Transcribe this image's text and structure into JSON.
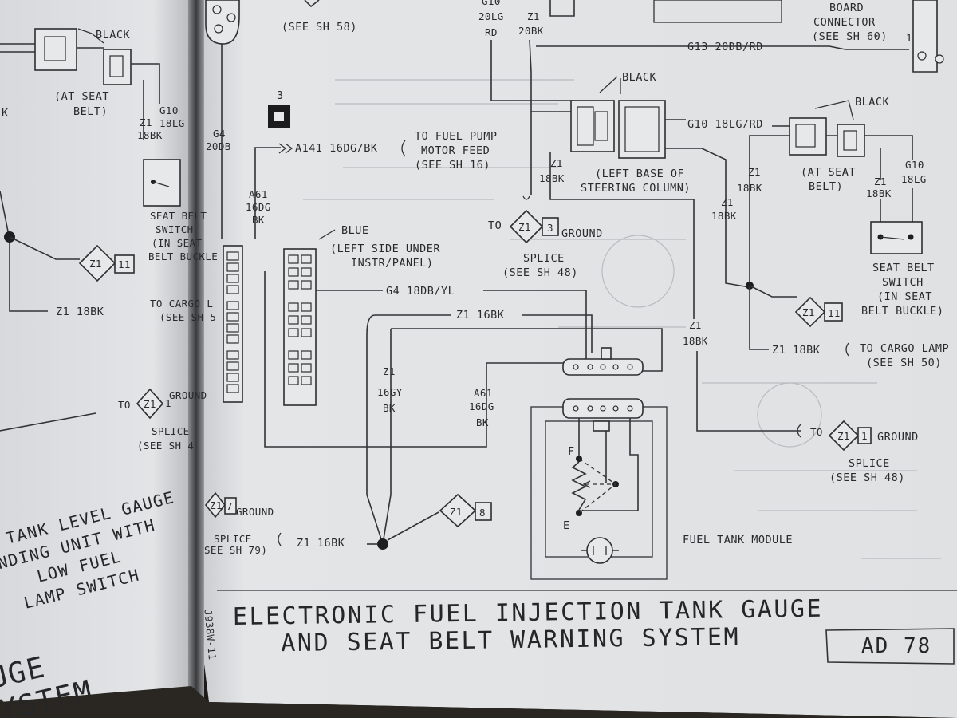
{
  "left_page": {
    "seat_belt_conn_color": "BLACK",
    "seat_belt_loc_line1": "(AT SEAT",
    "seat_belt_loc_line2": "BELT)",
    "k_fragment": "K",
    "g10_line1": "G10",
    "g10_line2": "18LG",
    "z1_line1": "Z1",
    "z1_line2": "18BK",
    "switch_line1": "SEAT BELT",
    "switch_line2": "SWITCH",
    "switch_line3": "(IN SEAT",
    "switch_line4": "BELT BUCKLE",
    "splice_z1": "Z1",
    "splice_num": "11",
    "cargo_wire": "Z1  18BK",
    "cargo_to": "TO CARGO L",
    "cargo_see": "(SEE SH 5",
    "ground_to": "TO",
    "ground_z1": "Z1",
    "ground_num": "1",
    "ground_label": "GROUND",
    "ground_splice": "SPLICE",
    "ground_see": "(SEE SH 4",
    "gauge_line1": "TANK LEVEL GAUGE",
    "gauge_line2": "NDING UNIT WITH",
    "gauge_line3": "LOW FUEL",
    "gauge_line4": "LAMP SWITCH",
    "title_line1": "UGE",
    "title_line2": "SYSTEM"
  },
  "right_page": {
    "top_see_sh58": "(SEE SH 58)",
    "g10_top_line1": "G10",
    "g10_top_line2": "20LG",
    "g10_top_line3": "RD",
    "z1_top_line1": "Z1",
    "z1_top_line2": "20BK",
    "board_line1": "BOARD",
    "board_line2": "CONNECTOR",
    "board_line3": "(SEE SH 60)",
    "g13_wire": "G13  20DB/RD",
    "board_pin": "1",
    "conn3_num": "3",
    "g4_line1": "G4",
    "g4_line2": "20DB",
    "a141_wire": "A141  16DG/BK",
    "fuel_pump_line1": "TO FUEL PUMP",
    "fuel_pump_line2": "MOTOR FEED",
    "fuel_pump_line3": "(SEE SH 16)",
    "a61_top_line1": "A61",
    "a61_top_line2": "16DG",
    "a61_top_line3": "BK",
    "steer_conn_color": "BLACK",
    "steer_loc_line1": "(LEFT BASE OF",
    "steer_loc_line2": "STEERING COLUMN)",
    "g10_mid_wire": "G10  18LG/RD",
    "z1_steer_line1": "Z1",
    "z1_steer_line2": "18BK",
    "belt_conn_color": "BLACK",
    "belt_loc_line1": "(AT SEAT",
    "belt_loc_line2": "BELT)",
    "z1_belt_line1": "Z1",
    "z1_belt_line2": "18BK",
    "z1_switch_line1": "Z1",
    "z1_switch_line2": "18BK",
    "g10_switch_line1": "G10",
    "g10_switch_line2": "18LG",
    "z1_right_line1": "Z1",
    "z1_right_line2": "18BK",
    "switch_line1": "SEAT BELT",
    "switch_line2": "SWITCH",
    "switch_line3": "(IN SEAT",
    "switch_line4": "BELT BUCKLE)",
    "splice11_z1": "Z1",
    "splice11_num": "11",
    "cargo_wire": "Z1  18BK",
    "cargo_line1": "TO CARGO LAMP",
    "cargo_line2": "(SEE SH 50)",
    "to_ground_to": "TO",
    "splice3_z1": "Z1",
    "splice3_num": "3",
    "splice3_label": "GROUND",
    "splice3_line1": "SPLICE",
    "splice3_line2": "(SEE SH 48)",
    "blue_color": "BLUE",
    "blue_loc_line1": "(LEFT SIDE UNDER",
    "blue_loc_line2": "INSTR/PANEL)",
    "g4_wire": "G4  18DB/YL",
    "z1_16bk_wire": "Z1  16BK",
    "z1_vert_line1": "Z1",
    "z1_vert_line2": "18BK",
    "z1_gy_line1": "Z1",
    "z1_gy_line2": "16GY",
    "z1_gy_line3": "BK",
    "a61_low_line1": "A61",
    "a61_low_line2": "16DG",
    "a61_low_line3": "BK",
    "ground1_to": "TO",
    "ground1_z1": "Z1",
    "ground1_num": "1",
    "ground1_label": "GROUND",
    "ground1_line1": "SPLICE",
    "ground1_line2": "(SEE SH 48)",
    "sender_f": "F",
    "sender_e": "E",
    "fuel_module": "FUEL TANK MODULE",
    "splice7_z1": "Z1",
    "splice7_num": "7",
    "splice7_label": "GROUND",
    "splice7_line1": "SPLICE",
    "splice7_line2": "SEE SH 79)",
    "z1_bottom_wire": "Z1  16BK",
    "splice8_z1": "Z1",
    "splice8_num": "8",
    "page_code": "J938W-11",
    "title_line1": "ELECTRONIC FUEL INJECTION TANK GAUGE",
    "title_line2": "AND SEAT BELT WARNING SYSTEM",
    "sheet_code": "AD  78"
  }
}
